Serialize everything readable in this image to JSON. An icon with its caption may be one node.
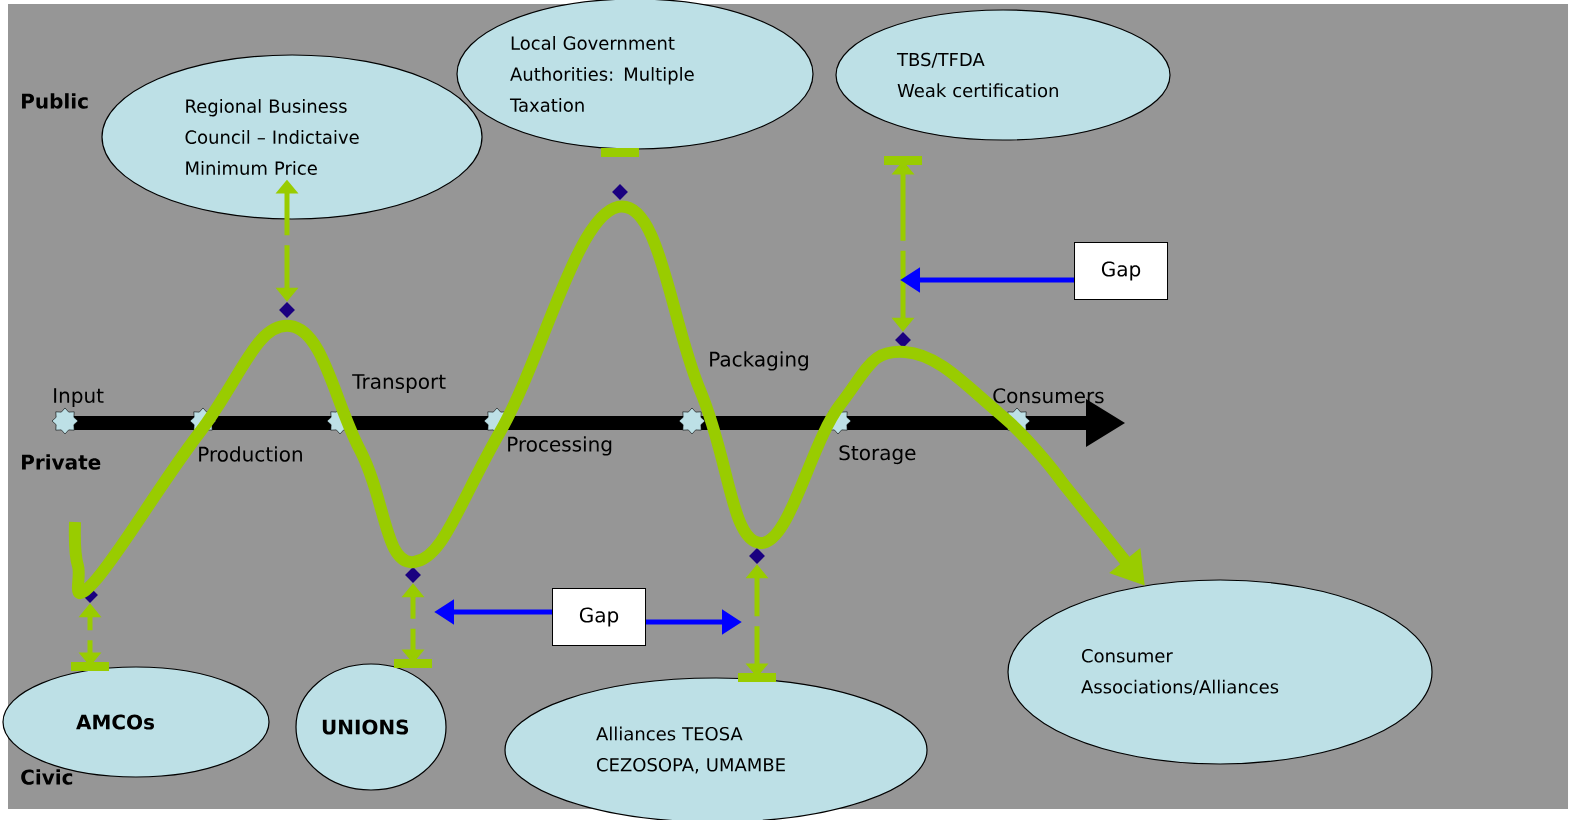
{
  "diagram": {
    "nodes": [
      {
        "text": [
          "Regional Business Council – Indictaive Minimum Price"
        ]
      },
      {
        "text": [
          "Local Government Authorities: Multiple Taxation"
        ]
      },
      {
        "text": [
          "TBS/TFDA",
          "Weak certification"
        ]
      },
      {
        "text": [
          "Gap"
        ]
      },
      {
        "text": [
          "AMCOs"
        ]
      },
      {
        "text": [
          "UNIONS"
        ]
      },
      {
        "text": [
          "Gap"
        ]
      },
      {
        "text": [
          "Alliances TEOSA CEZOSOPA, UMAMBE"
        ]
      },
      {
        "text": [
          "Consumer Associations/Alliances"
        ]
      },
      {
        "text": [],
        "shape": "diamond"
      },
      {
        "text": [],
        "shape": "diamond"
      },
      {
        "text": [],
        "shape": "diamond"
      },
      {
        "text": [],
        "shape": "diamond"
      },
      {
        "text": [],
        "shape": "diamond"
      },
      {
        "text": [],
        "shape": "diamond"
      }
    ],
    "edges": [
      {
        "from": 4,
        "to": 9,
        "arrow": "both",
        "style": "dashed"
      },
      {
        "from": 0,
        "to": 10,
        "arrow": "both",
        "style": "dashed"
      },
      {
        "from": 5,
        "to": 11,
        "arrow": "both",
        "style": "dashed"
      },
      {
        "from": 7,
        "to": 13,
        "arrow": "both",
        "style": "dashed"
      },
      {
        "from": 2,
        "to": 14,
        "arrow": "both",
        "style": "dashed"
      },
      {
        "from": null,
        "to": 8,
        "arrow": "to",
        "style": "thick"
      },
      {
        "from": 3,
        "to": null,
        "arrow": "to",
        "color": "#0000ff"
      },
      {
        "from": 6,
        "to": null,
        "arrow": "to",
        "color": "#0000ff"
      },
      {
        "from": 6,
        "to": null,
        "arrow": "to",
        "color": "#0000ff"
      }
    ],
    "labels": [
      "Public",
      "Input",
      "Production",
      "Transport",
      "Processing",
      "Packaging",
      "Storage",
      "Consumers",
      "Private",
      "Civic"
    ]
  }
}
